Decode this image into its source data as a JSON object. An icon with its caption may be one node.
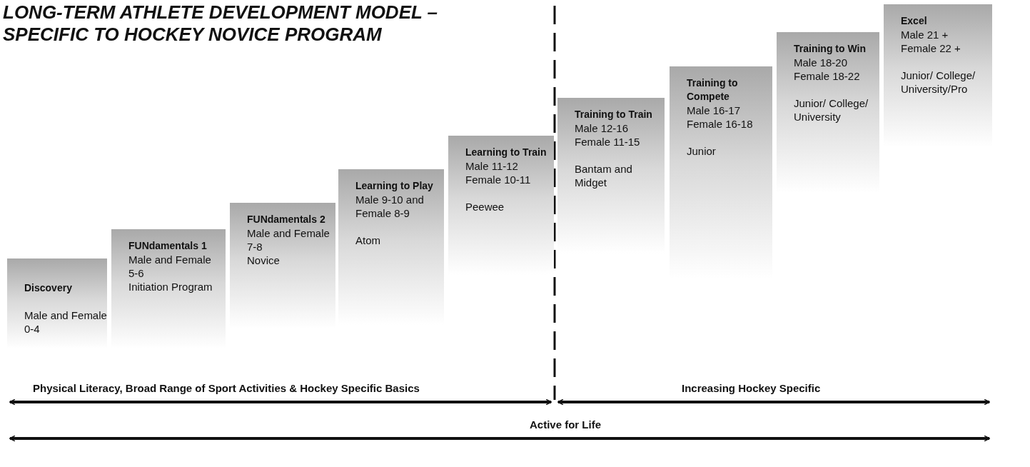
{
  "diagram": {
    "title": "LONG-TERM ATHLETE DEVELOPMENT MODEL – SPECIFIC TO HOCKEY NOVICE PROGRAM",
    "nodes": [
      {
        "text": [
          "Discovery",
          "Male and Female 0-4"
        ]
      },
      {
        "text": [
          "FUNdamentals 1",
          "Male and Female 5-6",
          "Initiation Program"
        ]
      },
      {
        "text": [
          "FUNdamentals 2",
          "Male and Female 7-8",
          "Novice"
        ]
      },
      {
        "text": [
          "Learning to Play",
          "Male 9-10 and Female 8-9",
          "Atom"
        ]
      },
      {
        "text": [
          "Learning to Train",
          "Male 11-12 Female 10-11",
          "Peewee"
        ]
      },
      {
        "text": [
          "Training to Train",
          "Male 12-16 Female 11-15",
          "Bantam and Midget"
        ]
      },
      {
        "text": [
          "Training to Compete",
          "Male 16-17 Female 16-18",
          "Junior"
        ]
      },
      {
        "text": [
          "Training to Win",
          "Male 18-20 Female 18-22",
          "Junior/ College/ University"
        ]
      },
      {
        "text": [
          "Excel",
          "Male 21 + Female 22 +",
          "Junior/ College/ University/Pro"
        ]
      }
    ],
    "labels": [
      "Physical Literacy, Broad Range of Sport Activities & Hockey Specific Basics",
      "Increasing Hockey Specific",
      "Active for Life"
    ]
  }
}
